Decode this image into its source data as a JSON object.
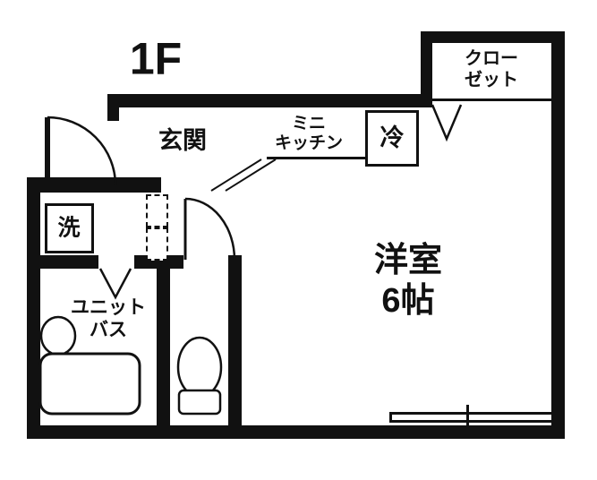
{
  "colors": {
    "wall": "#111111",
    "line": "#111111",
    "background": "#ffffff",
    "text": "#111111"
  },
  "floor": {
    "label": "1F"
  },
  "rooms": {
    "closet": {
      "line1": "クロー",
      "line2": "ゼット"
    },
    "entrance": {
      "label": "玄関"
    },
    "mini_kitchen": {
      "line1": "ミニ",
      "line2": "キッチン"
    },
    "refrigerator": {
      "label": "冷"
    },
    "washer": {
      "label": "洗"
    },
    "unit_bath": {
      "line1": "ユニット",
      "line2": "バス"
    },
    "western_room": {
      "line1": "洋室",
      "line2": "6帖"
    }
  }
}
